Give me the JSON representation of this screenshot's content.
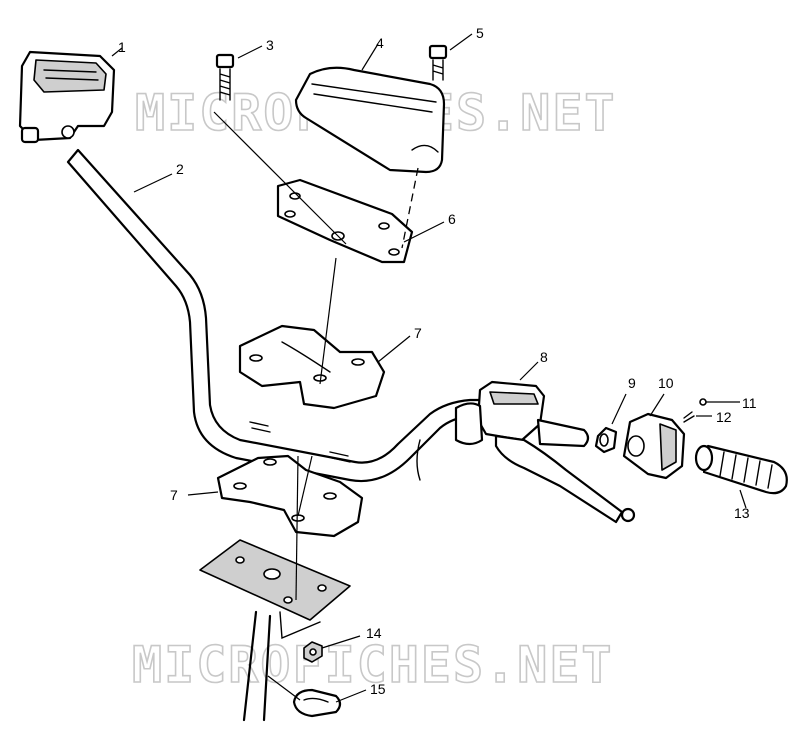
{
  "watermark": "MICROFICHES.NET",
  "callouts": [
    "1",
    "2",
    "3",
    "4",
    "5",
    "6",
    "7",
    "7",
    "8",
    "9",
    "10",
    "11",
    "12",
    "13",
    "14",
    "15"
  ]
}
